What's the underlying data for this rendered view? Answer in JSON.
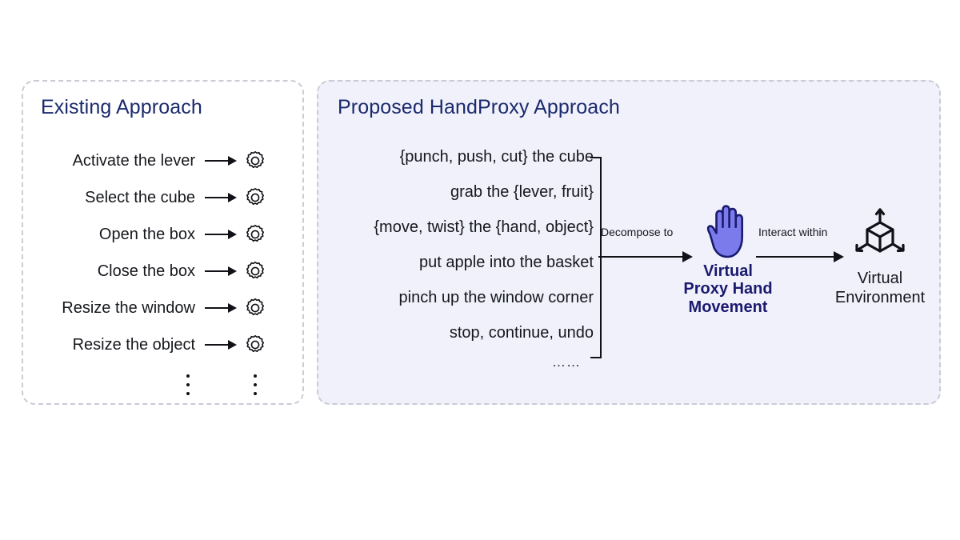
{
  "left_panel": {
    "title": "Existing Approach",
    "rows": [
      {
        "label": "Activate the lever",
        "icon": "gear-icon"
      },
      {
        "label": "Select the cube",
        "icon": "gear-icon"
      },
      {
        "label": "Open the box",
        "icon": "gear-icon"
      },
      {
        "label": "Close the box",
        "icon": "gear-icon"
      },
      {
        "label": "Resize the window",
        "icon": "gear-icon"
      },
      {
        "label": "Resize the object",
        "icon": "gear-icon"
      }
    ],
    "continuation": "vertical-ellipsis"
  },
  "right_panel": {
    "title": "Proposed HandProxy Approach",
    "commands": [
      "{punch, push, cut} the cube",
      "grab the {lever, fruit}",
      "{move, twist} the {hand, object}",
      "put apple into the basket",
      "pinch up the window corner",
      "stop, continue, undo"
    ],
    "ellipsis": "……",
    "arrow1_label": "Decompose to",
    "arrow2_label": "Interact within",
    "hand": {
      "icon": "open-hand-icon",
      "caption_line1": "Virtual",
      "caption_line2": "Proxy Hand",
      "caption_line3": "Movement"
    },
    "environment": {
      "icon": "3d-cube-axes-icon",
      "caption_line1": "Virtual",
      "caption_line2": "Environment"
    }
  },
  "colors": {
    "title_navy": "#1a2a6c",
    "hand_fill": "#7b7bec",
    "hand_stroke": "#1a1a6e",
    "caption_navy": "#1a1a6e",
    "panel_right_bg": "#f0f1fb",
    "panel_border": "#c9ccd4",
    "ink": "#16181d"
  }
}
